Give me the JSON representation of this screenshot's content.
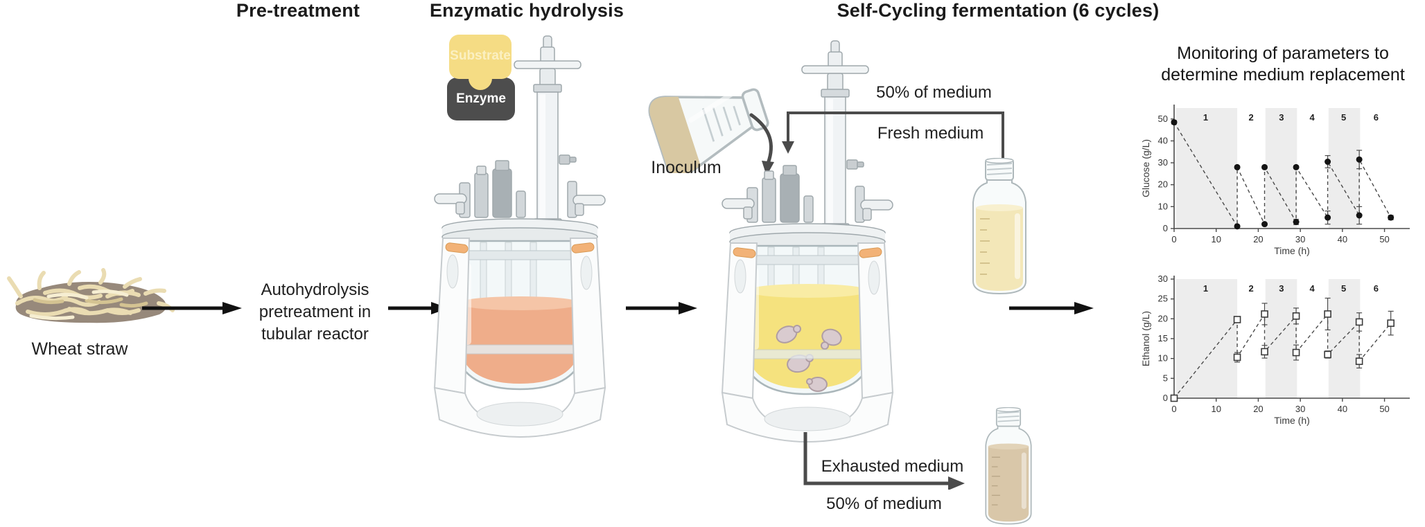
{
  "headers": {
    "pretreatment": "Pre-treatment",
    "enzymatic": "Enzymatic hydrolysis",
    "fermentation": "Self-Cycling fermentation (6 cycles)"
  },
  "labels": {
    "wheat_straw": "Wheat straw",
    "autohydrolysis": [
      "Autohydrolysis",
      "pretreatment in",
      "tubular reactor"
    ],
    "inoculum": "Inoculum",
    "fresh_percent": "50% of medium",
    "fresh_medium": "Fresh medium",
    "exhausted_medium": "Exhausted medium",
    "exhausted_percent": "50% of medium",
    "substrate": "Substrate",
    "enzyme": "Enzyme"
  },
  "monitoring_title": [
    "Monitoring of parameters to",
    "determine medium replacement"
  ],
  "colors": {
    "flow_arrow": "#111111",
    "transfer_arrow": "#4b4b4b",
    "hydrolysate": "#EFAD8A",
    "hydrolysate_surface": "#F5C5A7",
    "broth": "#F5E27E",
    "broth_surface": "#F9ECA4",
    "fresh_medium": "#F3E7B8",
    "fresh_medium_surface": "#F8F0CF",
    "exhausted_medium": "#D9C7A9",
    "exhausted_medium_surface": "#E2D3B8",
    "inoculum_liquid": "#D8C8A2",
    "substrate_piece": "#F5DC84",
    "substrate_text": "#FBF0C2",
    "enzyme_piece": "#4D4D4D",
    "straw": "#EADCB2",
    "straw_dark": "#D4C392",
    "straw_light": "#F6EED2",
    "straw_base": "#97897B",
    "reactor_accent": "#F2B277",
    "yeast_cell": "#D9CBCF",
    "chart_band": "#EDEDED",
    "chart_axis": "#4a4a4a"
  },
  "chart_data": [
    {
      "type": "scatter",
      "ylabel": "Glucose (g/L)",
      "xlabel": "Time (h)",
      "xlim": [
        0,
        56
      ],
      "ylim": [
        0,
        55
      ],
      "xticks": [
        0,
        10,
        20,
        30,
        40,
        50
      ],
      "yticks": [
        0,
        10,
        20,
        30,
        40,
        50
      ],
      "marker": "filled-circle",
      "line_style": "dashed",
      "grid": false,
      "cycles": {
        "labels": [
          "1",
          "2",
          "3",
          "4",
          "5",
          "6"
        ],
        "label_x": [
          7.5,
          18.3,
          25.5,
          32.8,
          40.3,
          48.0
        ],
        "shaded": [
          [
            0.5,
            15.0
          ],
          [
            21.7,
            29.2
          ],
          [
            36.7,
            44.2
          ]
        ]
      },
      "points": [
        {
          "x": 0,
          "y": 48.5,
          "err": 0.8
        },
        {
          "x": 15,
          "y": 1.0,
          "err": 0
        },
        {
          "x": 15,
          "y": 28.0,
          "err": 0.6
        },
        {
          "x": 21.5,
          "y": 2.0,
          "err": 0
        },
        {
          "x": 21.5,
          "y": 28.0,
          "err": 0.6
        },
        {
          "x": 29,
          "y": 3.0,
          "err": 1.2
        },
        {
          "x": 29,
          "y": 28.0,
          "err": 0.6
        },
        {
          "x": 36.5,
          "y": 5.0,
          "err": 3.0
        },
        {
          "x": 36.5,
          "y": 30.5,
          "err": 2.8
        },
        {
          "x": 44,
          "y": 6.0,
          "err": 4.0
        },
        {
          "x": 44,
          "y": 31.5,
          "err": 4.2
        },
        {
          "x": 51.5,
          "y": 5.0,
          "err": 1.0
        }
      ]
    },
    {
      "type": "scatter",
      "ylabel": "Ethanol (g/L)",
      "xlabel": "Time (h)",
      "xlim": [
        0,
        56
      ],
      "ylim": [
        0,
        30
      ],
      "xticks": [
        0,
        10,
        20,
        30,
        40,
        50
      ],
      "yticks": [
        0,
        5,
        10,
        15,
        20,
        25,
        30
      ],
      "marker": "open-square",
      "line_style": "dashed",
      "grid": false,
      "cycles": {
        "labels": [
          "1",
          "2",
          "3",
          "4",
          "5",
          "6"
        ],
        "label_x": [
          7.5,
          18.3,
          25.5,
          32.8,
          40.3,
          48.0
        ],
        "shaded": [
          [
            0.5,
            15.0
          ],
          [
            21.7,
            29.2
          ],
          [
            36.7,
            44.2
          ]
        ]
      },
      "points": [
        {
          "x": 0,
          "y": 0.0,
          "err": 0
        },
        {
          "x": 15,
          "y": 19.8,
          "err": 0.6
        },
        {
          "x": 15,
          "y": 10.3,
          "err": 1.2
        },
        {
          "x": 21.5,
          "y": 21.2,
          "err": 2.7
        },
        {
          "x": 21.5,
          "y": 11.7,
          "err": 1.6
        },
        {
          "x": 29,
          "y": 20.7,
          "err": 2.0
        },
        {
          "x": 29,
          "y": 11.5,
          "err": 1.9
        },
        {
          "x": 36.5,
          "y": 21.2,
          "err": 4.0
        },
        {
          "x": 36.5,
          "y": 11.0,
          "err": 0.9
        },
        {
          "x": 44,
          "y": 19.2,
          "err": 2.3
        },
        {
          "x": 44,
          "y": 9.3,
          "err": 1.7
        },
        {
          "x": 51.5,
          "y": 18.9,
          "err": 3.0
        }
      ]
    }
  ]
}
